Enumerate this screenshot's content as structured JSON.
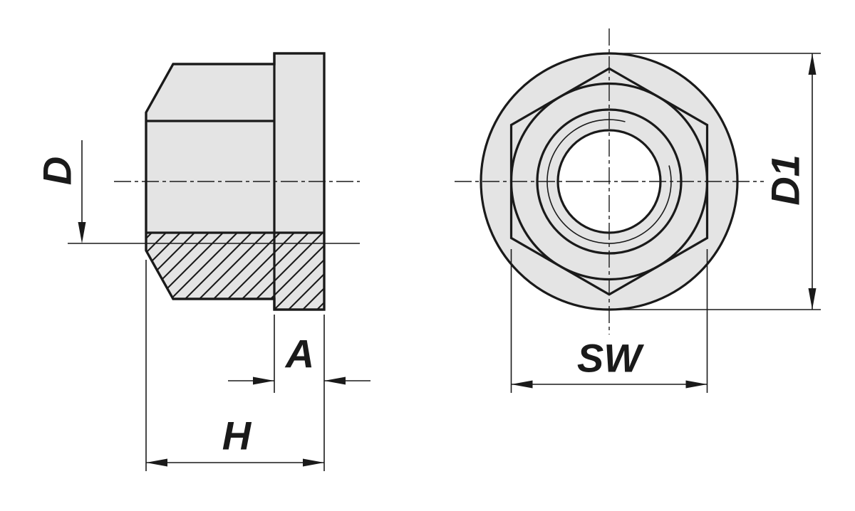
{
  "colors": {
    "line": "#1a1a1a",
    "fill": "#e4e4e4",
    "bore": "#ffffff",
    "background": "#ffffff"
  },
  "dimensions": {
    "thread_diameter": "D",
    "collar_width": "A",
    "nut_height": "H",
    "flange_diameter": "D1",
    "width_across_flats": "SW"
  }
}
